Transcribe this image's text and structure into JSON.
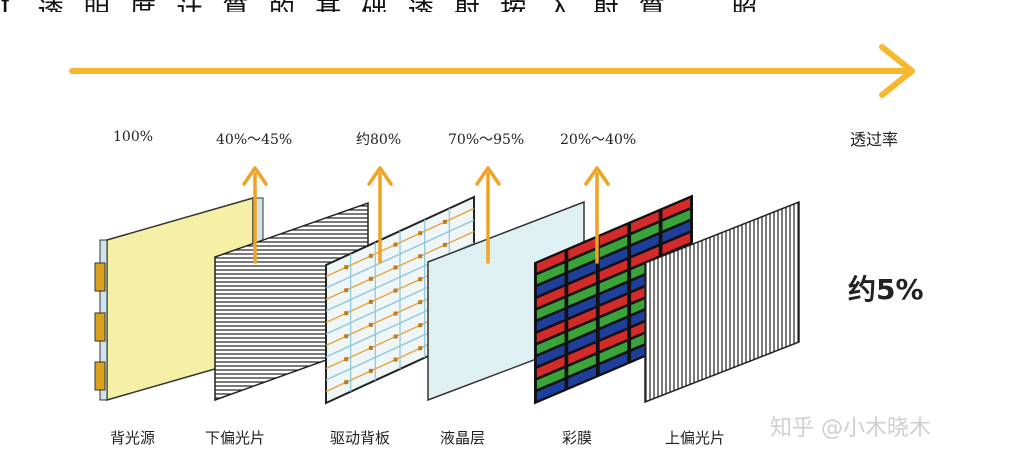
{
  "top_caption": "L  透 明 度  计 算 的 基 础 透 射 按 入 射 算 ，  照",
  "axis": {
    "label": "透过率",
    "arrow_color": "#f5b82e"
  },
  "percentages": [
    "100%",
    "40%～45%",
    "约80%",
    "70%～95%",
    "20%～40%"
  ],
  "result": "约5%",
  "layers": [
    "背光源",
    "下偏光片",
    "驱动背板",
    "液晶层",
    "彩膜",
    "上偏光片"
  ],
  "watermark": "知乎 @小木晓木",
  "colors": {
    "arrow": "#f0a322",
    "backlight": "#f6f0a6",
    "lcd": "#dff0f2",
    "red": "#d42a2a",
    "green": "#3aa33a",
    "blue": "#1e3f9c"
  }
}
